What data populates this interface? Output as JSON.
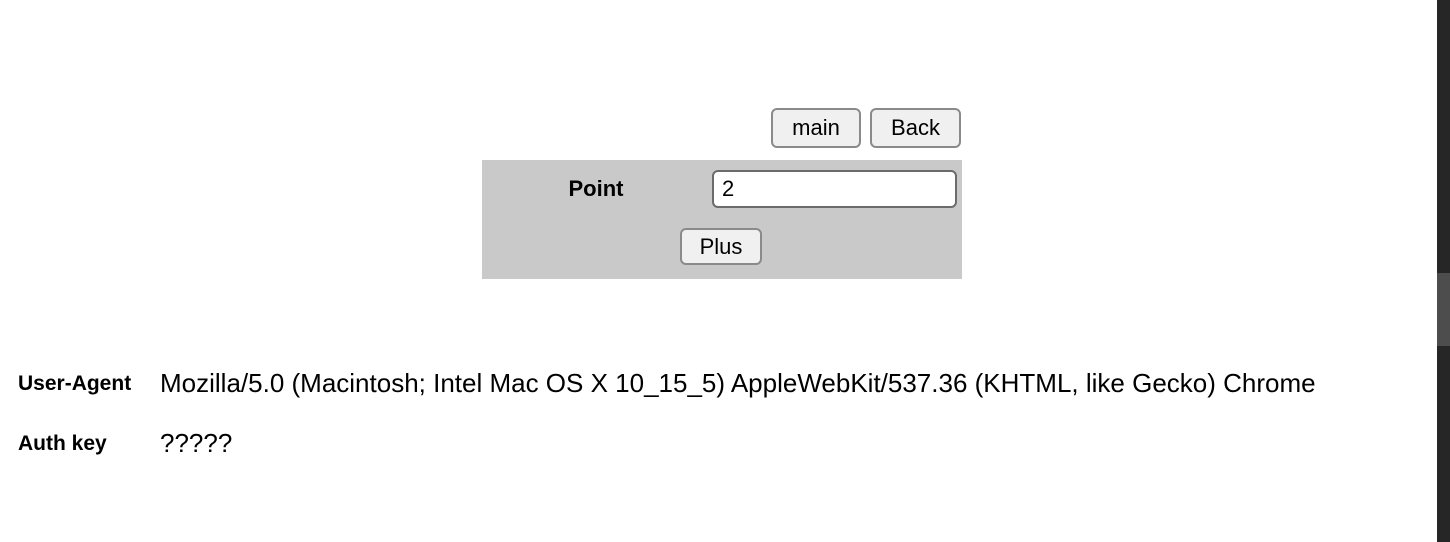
{
  "nav": {
    "buttons": [
      {
        "label": "main"
      },
      {
        "label": "Back"
      }
    ]
  },
  "form": {
    "point_label": "Point",
    "point_value": "2",
    "plus_label": "Plus"
  },
  "info_rows": [
    {
      "label": "User-Agent",
      "value": "Mozilla/5.0 (Macintosh; Intel Mac OS X 10_15_5) AppleWebKit/537.36 (KHTML, like Gecko) Chrome"
    },
    {
      "label": "Auth key",
      "value": "?????"
    }
  ],
  "colors": {
    "page_bg": "#ffffff",
    "panel_bg": "#c9c9c9",
    "button_bg": "#f0f0f0",
    "button_border": "#8a8a8a",
    "input_border": "#6b6b6b",
    "text": "#000000",
    "scrollbar_track": "#262626",
    "scrollbar_thumb": "#4d4d4d"
  }
}
